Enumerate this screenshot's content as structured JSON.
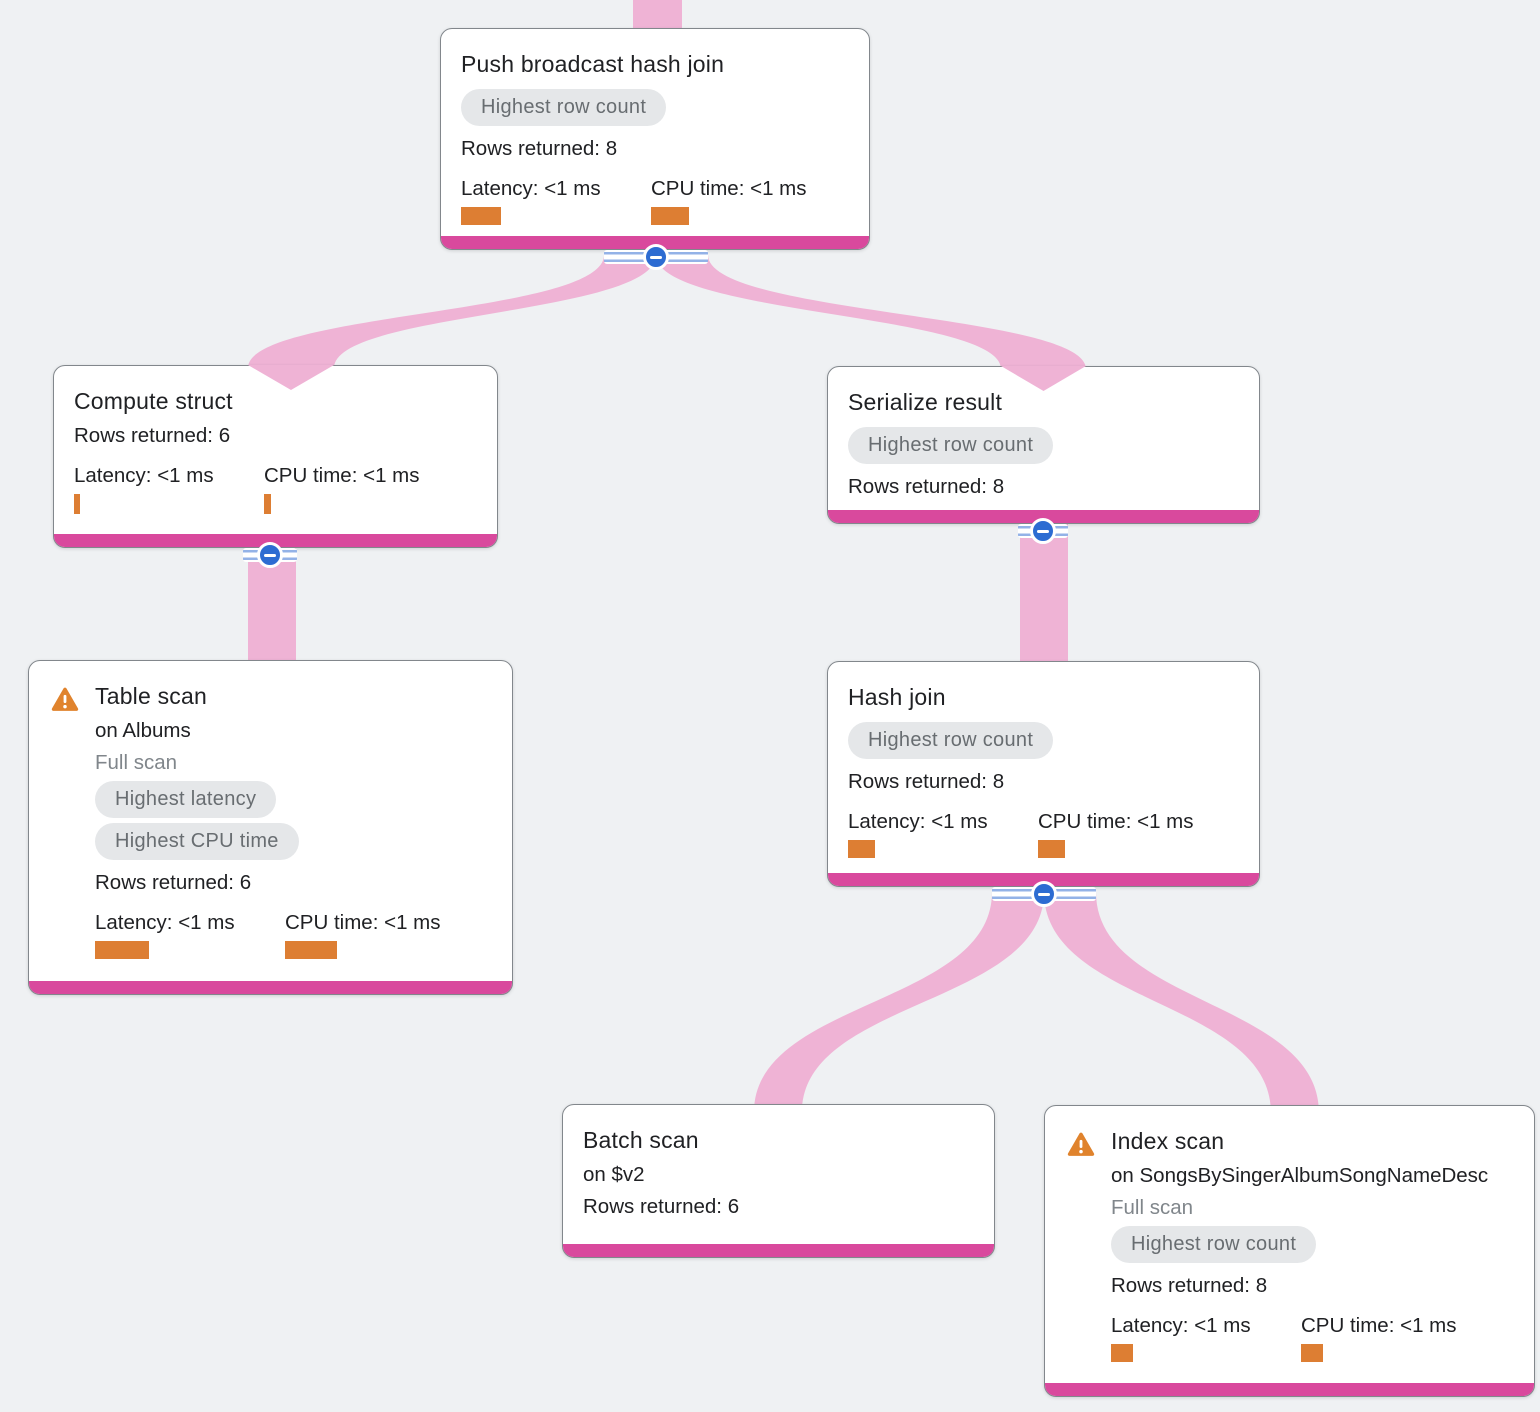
{
  "colors": {
    "background": "#eff1f3",
    "node_border": "#82878c",
    "accent_bar": "#d9499d",
    "ribbon": "#efb3d5",
    "metric_bar": "#dd7e33",
    "warning": "#e0832d",
    "badge_bg": "#e5e7e9",
    "badge_text": "#686d71",
    "collapse_blue": "#2d6cd2",
    "stripe_blue": "#93b2e7",
    "text": "#202124",
    "muted": "#80868b"
  },
  "nodes": {
    "push_broadcast_hash_join": {
      "title": "Push broadcast hash join",
      "badges": [
        "Highest row count"
      ],
      "rows": "Rows returned: 8",
      "latency": "Latency: <1 ms",
      "cpu": "CPU time: <1 ms",
      "latency_bar": 40,
      "cpu_bar": 38
    },
    "compute_struct": {
      "title": "Compute struct",
      "rows": "Rows returned: 6",
      "latency": "Latency: <1 ms",
      "cpu": "CPU time: <1 ms",
      "latency_bar": 6,
      "cpu_bar": 7
    },
    "serialize_result": {
      "title": "Serialize result",
      "badges": [
        "Highest row count"
      ],
      "rows": "Rows returned: 8"
    },
    "table_scan": {
      "title": "Table scan",
      "on": "on Albums",
      "scan_type": "Full scan",
      "badges": [
        "Highest latency",
        "Highest CPU time"
      ],
      "rows": "Rows returned: 6",
      "latency": "Latency: <1 ms",
      "cpu": "CPU time: <1 ms",
      "latency_bar": 54,
      "cpu_bar": 52
    },
    "hash_join": {
      "title": "Hash join",
      "badges": [
        "Highest row count"
      ],
      "rows": "Rows returned: 8",
      "latency": "Latency: <1 ms",
      "cpu": "CPU time: <1 ms",
      "latency_bar": 27,
      "cpu_bar": 27
    },
    "batch_scan": {
      "title": "Batch scan",
      "on": "on $v2",
      "rows": "Rows returned: 6"
    },
    "index_scan": {
      "title": "Index scan",
      "on": "on SongsBySingerAlbumSongNameDesc",
      "scan_type": "Full scan",
      "badges": [
        "Highest row count"
      ],
      "rows": "Rows returned: 8",
      "latency": "Latency: <1 ms",
      "cpu": "CPU time: <1 ms",
      "latency_bar": 22,
      "cpu_bar": 22
    }
  }
}
